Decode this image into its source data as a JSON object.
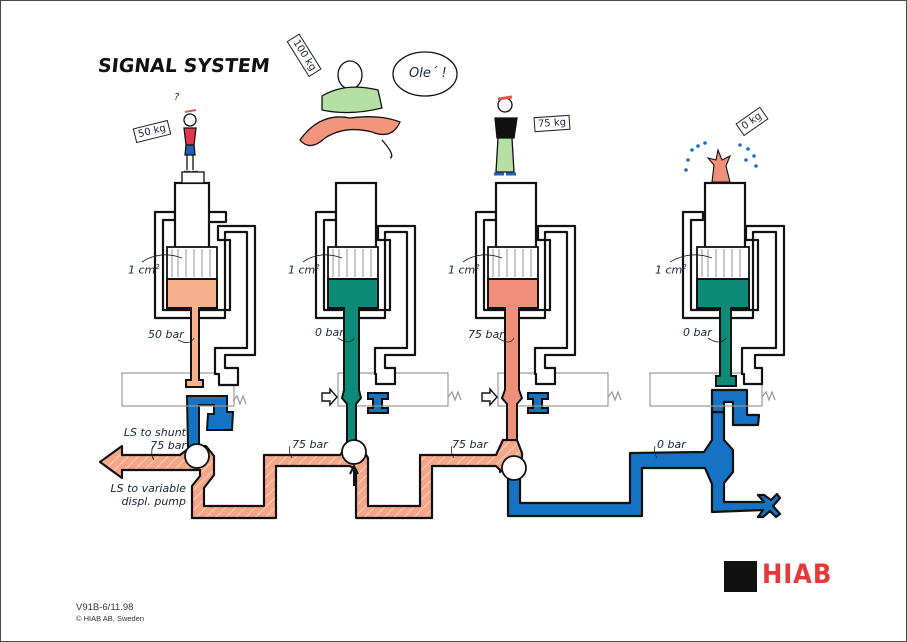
{
  "title": "SIGNAL SYSTEM",
  "colors": {
    "high_pressure": "#f0a07e",
    "line_pressure": "#f5a58a",
    "zero_pressure": "#0e8a78",
    "tank": "#1673c4",
    "outline": "#111111",
    "logo_red": "#e63a3a"
  },
  "sections": [
    {
      "id": "section-1",
      "weight_label": "50 kg",
      "area_label": "1 cm",
      "area_exp": "2",
      "pressure_label": "50 bar",
      "figure": "small person with question mark",
      "figure_mark": "?"
    },
    {
      "id": "section-2",
      "weight_label": "100 kg",
      "area_label": "1 cm",
      "area_exp": "2",
      "pressure_label": "0 bar",
      "figure": "jumping person",
      "speech": "Ole´ !"
    },
    {
      "id": "section-3",
      "weight_label": "75 kg",
      "area_label": "1 cm",
      "area_exp": "2",
      "pressure_label": "75 bar",
      "figure": "standing person"
    },
    {
      "id": "section-4",
      "weight_label": "0 kg",
      "area_label": "1 cm",
      "area_exp": "2",
      "pressure_label": "0 bar",
      "figure": "splashing drops"
    }
  ],
  "lines": {
    "ls_shunt_label_1": "LS to shunt",
    "ls_shunt_label_2": "75 bar",
    "ls_pump_label_1": "LS to variable",
    "ls_pump_label_2": "displ. pump",
    "line_pressure_1": "75 bar",
    "line_pressure_2": "75 bar",
    "line_pressure_3": "0 bar"
  },
  "footer": {
    "code": "V91B-6/11.98",
    "copyright": "© HIAB AB, Sweden"
  },
  "logo": {
    "text": "HIAB"
  }
}
